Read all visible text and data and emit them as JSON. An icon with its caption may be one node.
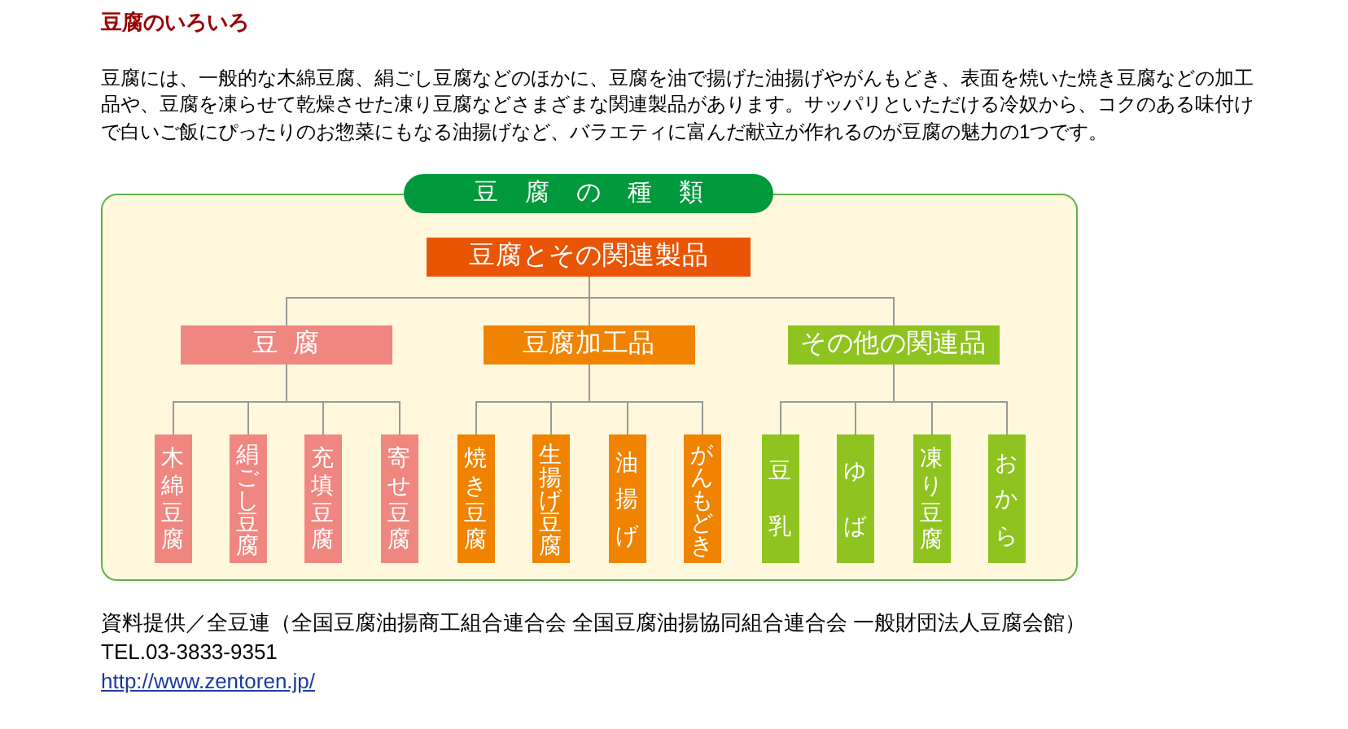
{
  "diagram": {
    "title": "豆腐のいろいろ",
    "nodes": [
      {
        "text": [
          "豆腐の種類"
        ]
      },
      {
        "text": [
          "豆腐とその関連製品"
        ],
        "in": 0
      },
      {
        "text": [
          "豆腐"
        ],
        "in": 0
      },
      {
        "text": [
          "豆腐加工品"
        ],
        "in": 0
      },
      {
        "text": [
          "その他の関連品"
        ],
        "in": 0
      },
      {
        "text": [
          "木綿豆腐"
        ],
        "in": 0
      },
      {
        "text": [
          "絹ごし豆腐"
        ],
        "in": 0
      },
      {
        "text": [
          "充填豆腐"
        ],
        "in": 0
      },
      {
        "text": [
          "寄せ豆腐"
        ],
        "in": 0
      },
      {
        "text": [
          "焼き豆腐"
        ],
        "in": 0
      },
      {
        "text": [
          "生揚げ豆腐"
        ],
        "in": 0
      },
      {
        "text": [
          "油揚げ"
        ],
        "in": 0
      },
      {
        "text": [
          "がんもどき"
        ],
        "in": 0
      },
      {
        "text": [
          "豆乳"
        ],
        "in": 0
      },
      {
        "text": [
          "ゆば"
        ],
        "in": 0
      },
      {
        "text": [
          "凍り豆腐"
        ],
        "in": 0
      },
      {
        "text": [
          "おから"
        ],
        "in": 0
      }
    ],
    "edges": [
      {
        "from": 1,
        "to": 2,
        "arrow": "none"
      },
      {
        "from": 1,
        "to": 3,
        "arrow": "none"
      },
      {
        "from": 1,
        "to": 4,
        "arrow": "none"
      },
      {
        "from": 2,
        "to": 5,
        "arrow": "none"
      },
      {
        "from": 2,
        "to": 6,
        "arrow": "none"
      },
      {
        "from": 2,
        "to": 7,
        "arrow": "none"
      },
      {
        "from": 2,
        "to": 8,
        "arrow": "none"
      },
      {
        "from": 3,
        "to": 9,
        "arrow": "none"
      },
      {
        "from": 3,
        "to": 10,
        "arrow": "none"
      },
      {
        "from": 3,
        "to": 11,
        "arrow": "none"
      },
      {
        "from": 3,
        "to": 12,
        "arrow": "none"
      },
      {
        "from": 4,
        "to": 13,
        "arrow": "none"
      },
      {
        "from": 4,
        "to": 14,
        "arrow": "none"
      },
      {
        "from": 4,
        "to": 15,
        "arrow": "none"
      },
      {
        "from": 4,
        "to": 16,
        "arrow": "none"
      }
    ],
    "labels": [
      "豆腐には、一般的な木綿豆腐、絹ごし豆腐などのほかに、豆腐を油で揚げた油揚げやがんもどき、表面を焼いた焼き豆腐などの加工品や、豆腐を凍らせて乾燥させた凍り豆腐などさまざまな関連製品があります。サッパリといただける冷奴から、コクのある味付けで白いご飯にぴったりのお惣菜にもなる油揚げなど、バラエティに富んだ献立が作れるのが豆腐の魅力の1つです。",
      "資料提供／全豆連（全国豆腐油揚商工組合連合会 全国豆腐油揚協同組合連合会 一般財団法人豆腐会館）",
      "TEL.03-3833-9351",
      "http://www.zentoren.jp/"
    ]
  }
}
